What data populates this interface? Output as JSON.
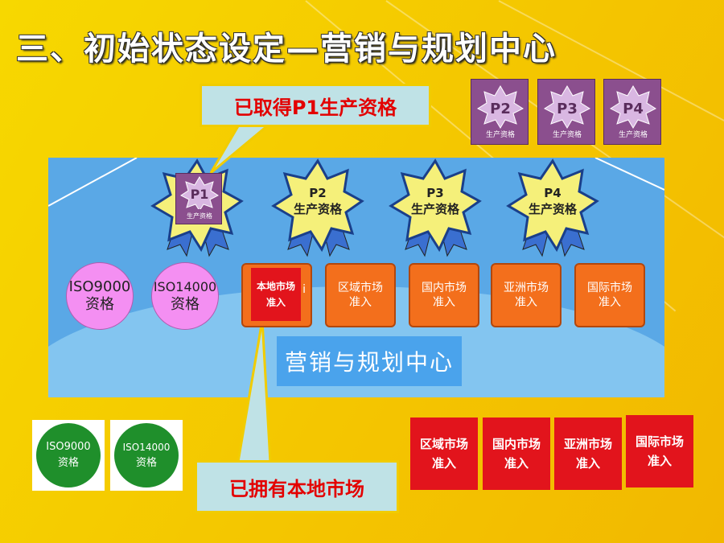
{
  "title": "三、初始状态设定—营销与规划中心",
  "callouts": {
    "top": "已取得P1生产资格",
    "bottom": "已拥有本地市场"
  },
  "board_label": "营销与规划中心",
  "badges": [
    {
      "code": "P1",
      "sub": "生产资格",
      "owned": true
    },
    {
      "code": "P2",
      "sub": "生产资格"
    },
    {
      "code": "P3",
      "sub": "生产资格"
    },
    {
      "code": "P4",
      "sub": "生产资格"
    }
  ],
  "iso_board": [
    {
      "l1": "ISO9000",
      "l2": "资格"
    },
    {
      "l1": "ISO14000",
      "l2": "资格"
    }
  ],
  "markets_board": [
    {
      "l1": "本地市场",
      "l2": "准入",
      "peek": "i"
    },
    {
      "l1": "区域市场",
      "l2": "准入"
    },
    {
      "l1": "国内市场",
      "l2": "准入"
    },
    {
      "l1": "亚洲市场",
      "l2": "准入"
    },
    {
      "l1": "国际市场",
      "l2": "准入"
    }
  ],
  "local_market_card": {
    "l1": "本地市场",
    "l2": "准入"
  },
  "product_cards": [
    {
      "code": "P2",
      "sub": "生产资格"
    },
    {
      "code": "P3",
      "sub": "生产资格"
    },
    {
      "code": "P4",
      "sub": "生产资格"
    }
  ],
  "iso_cards": [
    {
      "l1": "ISO9000",
      "l2": "资格"
    },
    {
      "l1": "ISO14000",
      "l2": "资格"
    }
  ],
  "market_cards": [
    {
      "l1": "区域市场",
      "l2": "准入"
    },
    {
      "l1": "国内市场",
      "l2": "准入"
    },
    {
      "l1": "亚洲市场",
      "l2": "准入"
    },
    {
      "l1": "国际市场",
      "l2": "准入"
    }
  ],
  "colors": {
    "bg": "#f4c600",
    "board": "#5aa8e6",
    "orange": "#f36f1c",
    "red": "#e2141c",
    "purple": "#8b4f8e",
    "green": "#1f8f2b",
    "pink": "#f48ff2"
  }
}
